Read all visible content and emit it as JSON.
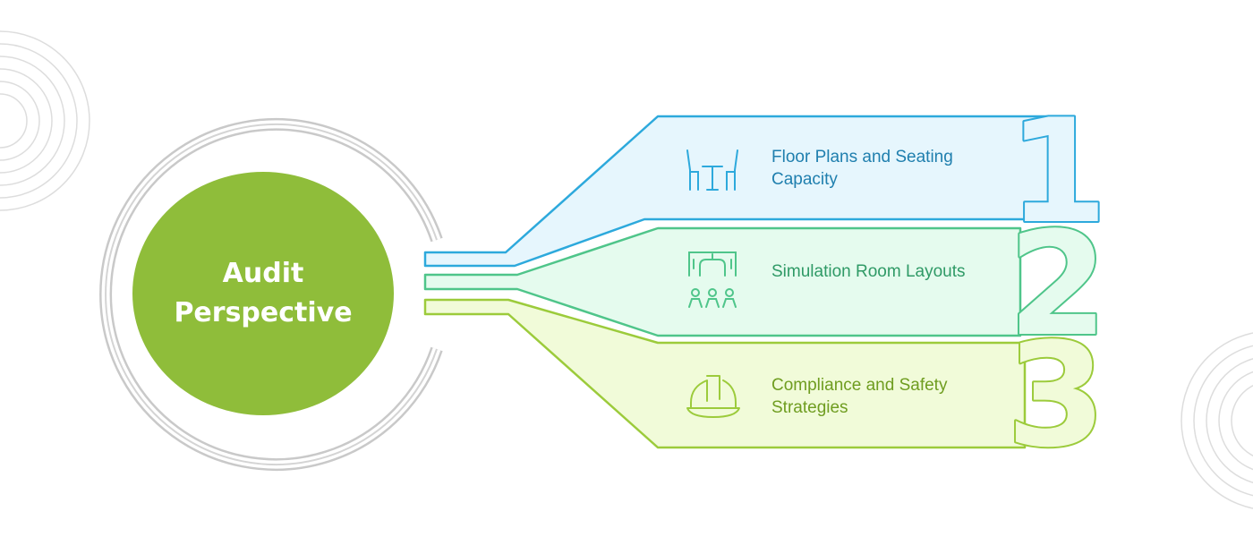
{
  "center": {
    "title": "Audit Perspective"
  },
  "steps": [
    {
      "number": "1",
      "label": "Floor Plans and Seating Capacity",
      "icon": "table-seating-icon",
      "color": "#2da9dc",
      "fill": "#e6f6fd",
      "text_color": "#1f7fae"
    },
    {
      "number": "2",
      "label": "Simulation Room Layouts",
      "icon": "room-layout-people-icon",
      "color": "#4fc58a",
      "fill": "#e5fbee",
      "text_color": "#2f9a66"
    },
    {
      "number": "3",
      "label": "Compliance and Safety Strategies",
      "icon": "hard-hat-icon",
      "color": "#9ccb3b",
      "fill": "#f1fbd9",
      "text_color": "#6f9d20"
    }
  ],
  "colors": {
    "center_fill": "#8fbd3a",
    "ring": "#c9c9c9",
    "deco_rings": "#dddddd"
  }
}
